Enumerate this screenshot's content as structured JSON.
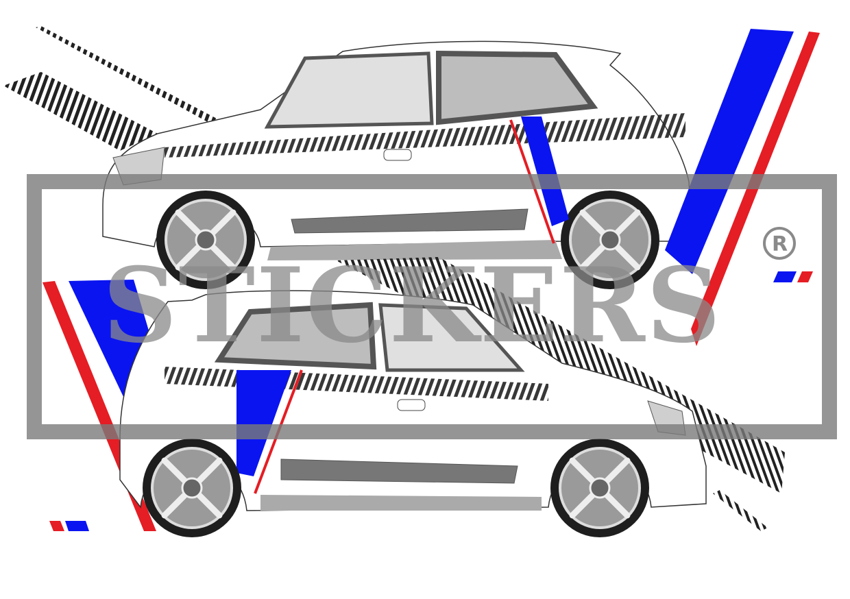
{
  "watermark": {
    "text": "STICKERS",
    "registered_mark": "R"
  },
  "colors": {
    "blue": "#0a14f0",
    "red": "#e51d24",
    "stripe": "#222222",
    "body": "#ffffff",
    "trim": "#a9a9a9",
    "glass": "#d9d9d9",
    "watermark": "#8a8a8a"
  },
  "subjects": [
    "car-side-view-left-facing",
    "car-side-view-right-facing"
  ]
}
